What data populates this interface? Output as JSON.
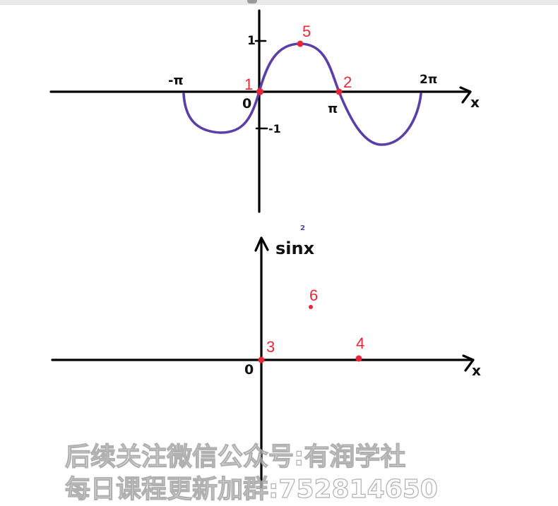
{
  "diagram": {
    "top_graph": {
      "labels": {
        "neg_pi": "-π",
        "two_pi": "2π",
        "pi": "π",
        "origin": "0",
        "one": "1",
        "neg_one": "-1",
        "x_axis": "x"
      },
      "points": [
        "1",
        "2",
        "5"
      ]
    },
    "bottom_graph": {
      "labels": {
        "y_axis": "sinx",
        "exponent": "2",
        "origin": "0",
        "x_axis": "x"
      },
      "points": [
        "3",
        "4",
        "6"
      ]
    },
    "colors": {
      "curve": "#5b3ea8",
      "points": "#e8283a",
      "axes": "#000000"
    }
  },
  "watermark": {
    "line1": "后续关注微信公众号:有润学社",
    "line2": "每日课程更新加群:752814650"
  }
}
